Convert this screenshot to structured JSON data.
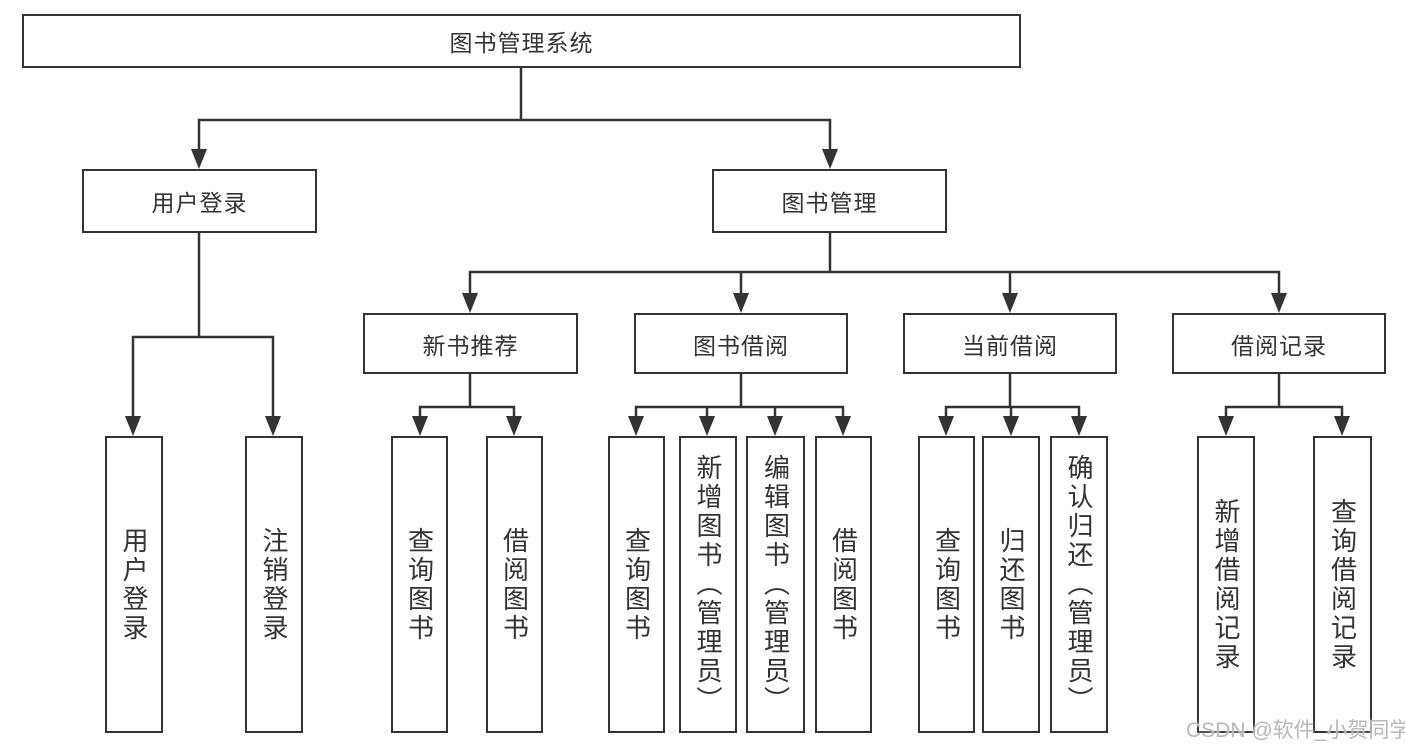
{
  "tree": {
    "root": {
      "label": "图书管理系统",
      "children": {
        "user_login": {
          "label": "用户登录",
          "children": {
            "login": {
              "label": "用户登录"
            },
            "logout": {
              "label": "注销登录"
            }
          }
        },
        "book_management": {
          "label": "图书管理",
          "children": {
            "new_book_recommend": {
              "label": "新书推荐",
              "children": {
                "query_book": {
                  "label": "查询图书"
                },
                "borrow_book": {
                  "label": "借阅图书"
                }
              }
            },
            "book_borrowing": {
              "label": "图书借阅",
              "children": {
                "query_book": {
                  "label": "查询图书"
                },
                "add_book": {
                  "label": "新增图书（管理员）"
                },
                "edit_book": {
                  "label": "编辑图书（管理员）"
                },
                "borrow_book": {
                  "label": "借阅图书"
                }
              }
            },
            "current_borrowing": {
              "label": "当前借阅",
              "children": {
                "query_book": {
                  "label": "查询图书"
                },
                "return_book": {
                  "label": "归还图书"
                },
                "confirm_return": {
                  "label": "确认归还（管理员）"
                }
              }
            },
            "borrowing_records": {
              "label": "借阅记录",
              "children": {
                "add_record": {
                  "label": "新增借阅记录"
                },
                "query_record": {
                  "label": "查询借阅记录"
                }
              }
            }
          }
        }
      }
    }
  },
  "colors": {
    "line": "#333333",
    "box_border": "#333333",
    "text": "#333333",
    "watermark": "#b9b9b9",
    "background": "#ffffff"
  },
  "watermark": "CSDN @软件_小贺同学"
}
